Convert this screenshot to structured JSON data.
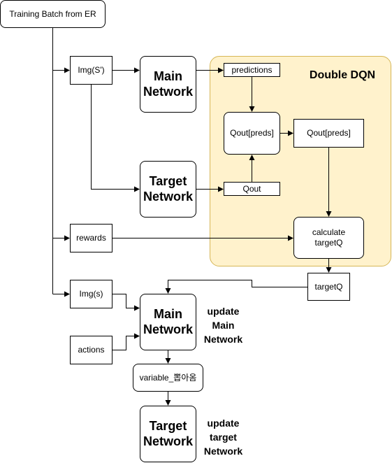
{
  "title": "Training Batch from ER",
  "group_label": "Double DQN",
  "inputs": {
    "img_next": "Img(S')",
    "rewards": "rewards",
    "img": "Img(s)",
    "actions": "actions"
  },
  "networks": {
    "main_top": "Main\nNetwork",
    "target_top": "Target\nNetwork",
    "main_bottom": "Main\nNetwork",
    "target_bottom": "Target\nNetwork"
  },
  "ddqn": {
    "predictions": "predictions",
    "qout_preds_1": "Qout[preds]",
    "qout_preds_2": "Qout[preds]",
    "qout": "Qout",
    "calculate": "calculate\ntargetQ"
  },
  "targetq": "targetQ",
  "variable": "variable_뽑아옴",
  "notes": {
    "update_main": "update\nMain\nNetwork",
    "update_target": "update\ntarget\nNetwork"
  },
  "colors": {
    "group_fill": "#fff2cc",
    "group_border": "#d6b656",
    "stroke": "#000000"
  }
}
